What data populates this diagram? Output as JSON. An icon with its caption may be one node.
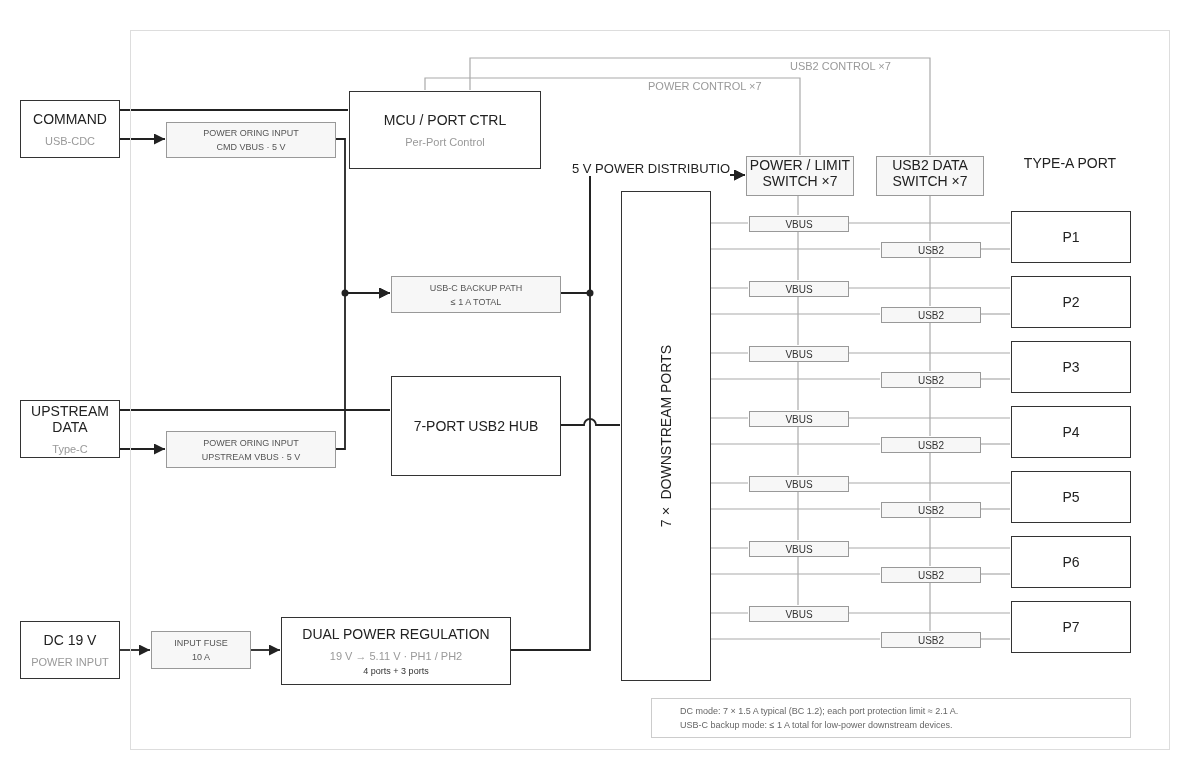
{
  "diagram": {
    "nodes": [
      {
        "text": [],
        "shape": "box"
      },
      {
        "text": [
          "COMMAND",
          "USB-CDC"
        ]
      },
      {
        "text": [
          "POWER ORING INPUT",
          "CMD VBUS · 5 V"
        ],
        "in": 0
      },
      {
        "text": [
          "MCU / PORT CTRL",
          "Per-Port Control"
        ],
        "in": 0
      },
      {
        "text": [
          "USB-C BACKUP PATH",
          "≤ 1 A TOTAL"
        ],
        "in": 0
      },
      {
        "text": [
          "UPSTREAM DATA",
          "Type-C"
        ]
      },
      {
        "text": [
          "POWER ORING INPUT",
          "UPSTREAM VBUS · 5 V"
        ],
        "in": 0
      },
      {
        "text": [
          "7-PORT USB2 HUB"
        ],
        "in": 0
      },
      {
        "text": [
          "DC 19 V",
          "POWER INPUT"
        ]
      },
      {
        "text": [
          "INPUT FUSE",
          "10 A"
        ],
        "in": 0
      },
      {
        "text": [
          "DUAL POWER REGULATION",
          "19 V → 5.11 V · PH1 / PH2",
          "4 ports + 3 ports"
        ],
        "in": 0
      },
      {
        "text": [
          "7× DOWNSTREAM PORTS"
        ],
        "in": 0
      },
      {
        "text": [
          "POWER / LIMIT SWITCH ×7"
        ],
        "in": 0
      },
      {
        "text": [
          "USB2 DATA SWITCH ×7"
        ],
        "in": 0
      },
      {
        "text": [
          "VBUS"
        ],
        "in": 0
      },
      {
        "text": [
          "USB2"
        ],
        "in": 0
      },
      {
        "text": [
          "P1"
        ],
        "in": 0
      },
      {
        "text": [
          "VBUS"
        ],
        "in": 0
      },
      {
        "text": [
          "USB2"
        ],
        "in": 0
      },
      {
        "text": [
          "P2"
        ],
        "in": 0
      },
      {
        "text": [
          "VBUS"
        ],
        "in": 0
      },
      {
        "text": [
          "USB2"
        ],
        "in": 0
      },
      {
        "text": [
          "P3"
        ],
        "in": 0
      },
      {
        "text": [
          "VBUS"
        ],
        "in": 0
      },
      {
        "text": [
          "USB2"
        ],
        "in": 0
      },
      {
        "text": [
          "P4"
        ],
        "in": 0
      },
      {
        "text": [
          "VBUS"
        ],
        "in": 0
      },
      {
        "text": [
          "USB2"
        ],
        "in": 0
      },
      {
        "text": [
          "P5"
        ],
        "in": 0
      },
      {
        "text": [
          "VBUS"
        ],
        "in": 0
      },
      {
        "text": [
          "USB2"
        ],
        "in": 0
      },
      {
        "text": [
          "P6"
        ],
        "in": 0
      },
      {
        "text": [
          "VBUS"
        ],
        "in": 0
      },
      {
        "text": [
          "USB2"
        ],
        "in": 0
      },
      {
        "text": [
          "P7"
        ],
        "in": 0
      },
      {
        "text": [
          "DC mode: 7 × 1.5 A typical (BC 1.2); each port protection limit ≈ 2.1 A.",
          "USB-C backup mode: ≤ 1 A total for low-power downstream devices."
        ],
        "in": 0
      }
    ],
    "edges": [
      {
        "from": 1,
        "to": 3,
        "arrow": "none",
        "color": "#222222"
      },
      {
        "from": 1,
        "to": 2,
        "arrow": "to",
        "color": "#222222"
      },
      {
        "from": 3,
        "to": 12,
        "arrow": "none",
        "label": "POWER CONTROL ×7"
      },
      {
        "from": 3,
        "to": 13,
        "arrow": "none",
        "label": "USB2 CONTROL ×7"
      },
      {
        "from": 2,
        "to": 4,
        "arrow": "to",
        "color": "#222222"
      },
      {
        "from": 6,
        "to": 4,
        "arrow": "to",
        "color": "#222222"
      },
      {
        "from": 4,
        "to": 12,
        "arrow": "to",
        "label": "5 V POWER DISTRIBUTIO",
        "color": "#222222"
      },
      {
        "from": 10,
        "to": 12,
        "arrow": "to",
        "color": "#222222"
      },
      {
        "from": 5,
        "to": 7,
        "arrow": "none",
        "color": "#222222"
      },
      {
        "from": 5,
        "to": 6,
        "arrow": "to",
        "color": "#222222"
      },
      {
        "from": 7,
        "to": 11,
        "arrow": "none",
        "color": "#222222"
      },
      {
        "from": 8,
        "to": 9,
        "arrow": "to",
        "color": "#222222"
      },
      {
        "from": 9,
        "to": 10,
        "arrow": "to",
        "color": "#222222"
      },
      {
        "from": 12,
        "to": 14,
        "arrow": "none"
      },
      {
        "from": 13,
        "to": 15,
        "arrow": "none"
      },
      {
        "from": 11,
        "to": 14,
        "arrow": "none"
      },
      {
        "from": 14,
        "to": 16,
        "arrow": "none"
      },
      {
        "from": 11,
        "to": 15,
        "arrow": "none"
      },
      {
        "from": 15,
        "to": 16,
        "arrow": "none"
      },
      {
        "from": 14,
        "to": 17,
        "arrow": "none"
      },
      {
        "from": 15,
        "to": 18,
        "arrow": "none"
      },
      {
        "from": 11,
        "to": 17,
        "arrow": "none"
      },
      {
        "from": 17,
        "to": 19,
        "arrow": "none"
      },
      {
        "from": 11,
        "to": 18,
        "arrow": "none"
      },
      {
        "from": 18,
        "to": 19,
        "arrow": "none"
      },
      {
        "from": 17,
        "to": 20,
        "arrow": "none"
      },
      {
        "from": 18,
        "to": 21,
        "arrow": "none"
      },
      {
        "from": 11,
        "to": 20,
        "arrow": "none"
      },
      {
        "from": 20,
        "to": 22,
        "arrow": "none"
      },
      {
        "from": 11,
        "to": 21,
        "arrow": "none"
      },
      {
        "from": 21,
        "to": 22,
        "arrow": "none"
      },
      {
        "from": 20,
        "to": 23,
        "arrow": "none"
      },
      {
        "from": 21,
        "to": 24,
        "arrow": "none"
      },
      {
        "from": 11,
        "to": 23,
        "arrow": "none"
      },
      {
        "from": 23,
        "to": 25,
        "arrow": "none"
      },
      {
        "from": 11,
        "to": 24,
        "arrow": "none"
      },
      {
        "from": 24,
        "to": 25,
        "arrow": "none"
      },
      {
        "from": 23,
        "to": 26,
        "arrow": "none"
      },
      {
        "from": 24,
        "to": 27,
        "arrow": "none"
      },
      {
        "from": 11,
        "to": 26,
        "arrow": "none"
      },
      {
        "from": 26,
        "to": 28,
        "arrow": "none"
      },
      {
        "from": 11,
        "to": 27,
        "arrow": "none"
      },
      {
        "from": 27,
        "to": 28,
        "arrow": "none"
      },
      {
        "from": 26,
        "to": 29,
        "arrow": "none"
      },
      {
        "from": 27,
        "to": 30,
        "arrow": "none"
      },
      {
        "from": 11,
        "to": 29,
        "arrow": "none"
      },
      {
        "from": 29,
        "to": 31,
        "arrow": "none"
      },
      {
        "from": 11,
        "to": 30,
        "arrow": "none"
      },
      {
        "from": 30,
        "to": 31,
        "arrow": "none"
      },
      {
        "from": 29,
        "to": 32,
        "arrow": "none"
      },
      {
        "from": 30,
        "to": 33,
        "arrow": "none"
      },
      {
        "from": 11,
        "to": 32,
        "arrow": "none"
      },
      {
        "from": 32,
        "to": 34,
        "arrow": "none"
      },
      {
        "from": 11,
        "to": 33,
        "arrow": "none"
      },
      {
        "from": 33,
        "to": 34,
        "arrow": "none"
      }
    ],
    "labels": [
      "TYPE-A PORT"
    ]
  }
}
